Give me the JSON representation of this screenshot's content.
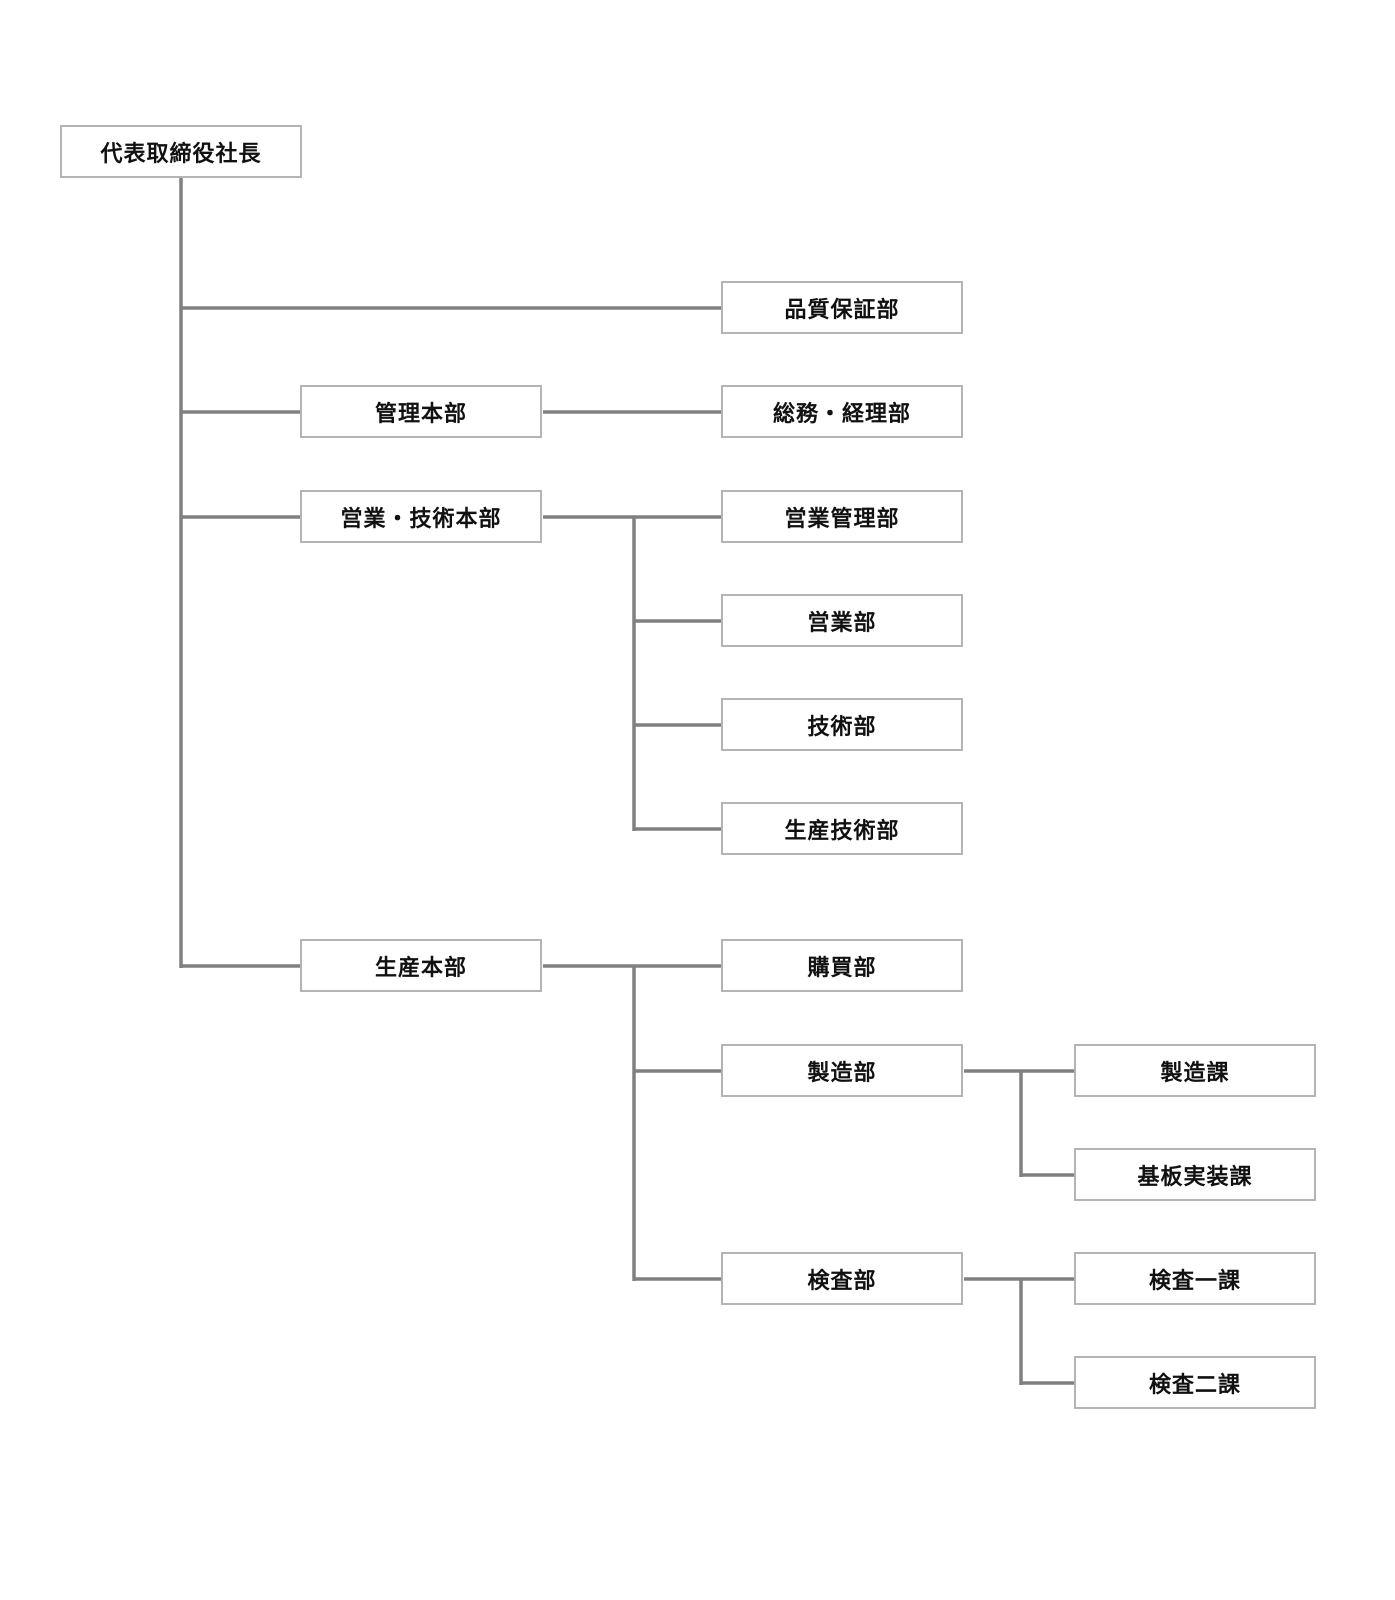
{
  "org_chart": {
    "line_color": "#808080",
    "box_border_color": "#b4b4b4",
    "nodes": {
      "president": "代表取締役社長",
      "quality_assurance": "品質保証部",
      "admin_hq": "管理本部",
      "general_affairs_accounting": "総務・経理部",
      "sales_tech_hq": "営業・技術本部",
      "sales_management": "営業管理部",
      "sales": "営業部",
      "engineering": "技術部",
      "production_engineering": "生産技術部",
      "production_hq": "生産本部",
      "purchasing": "購買部",
      "manufacturing": "製造部",
      "manufacturing_section": "製造課",
      "pcb_assembly_section": "基板実装課",
      "inspection": "検査部",
      "inspection_section_1": "検査一課",
      "inspection_section_2": "検査二課"
    }
  }
}
